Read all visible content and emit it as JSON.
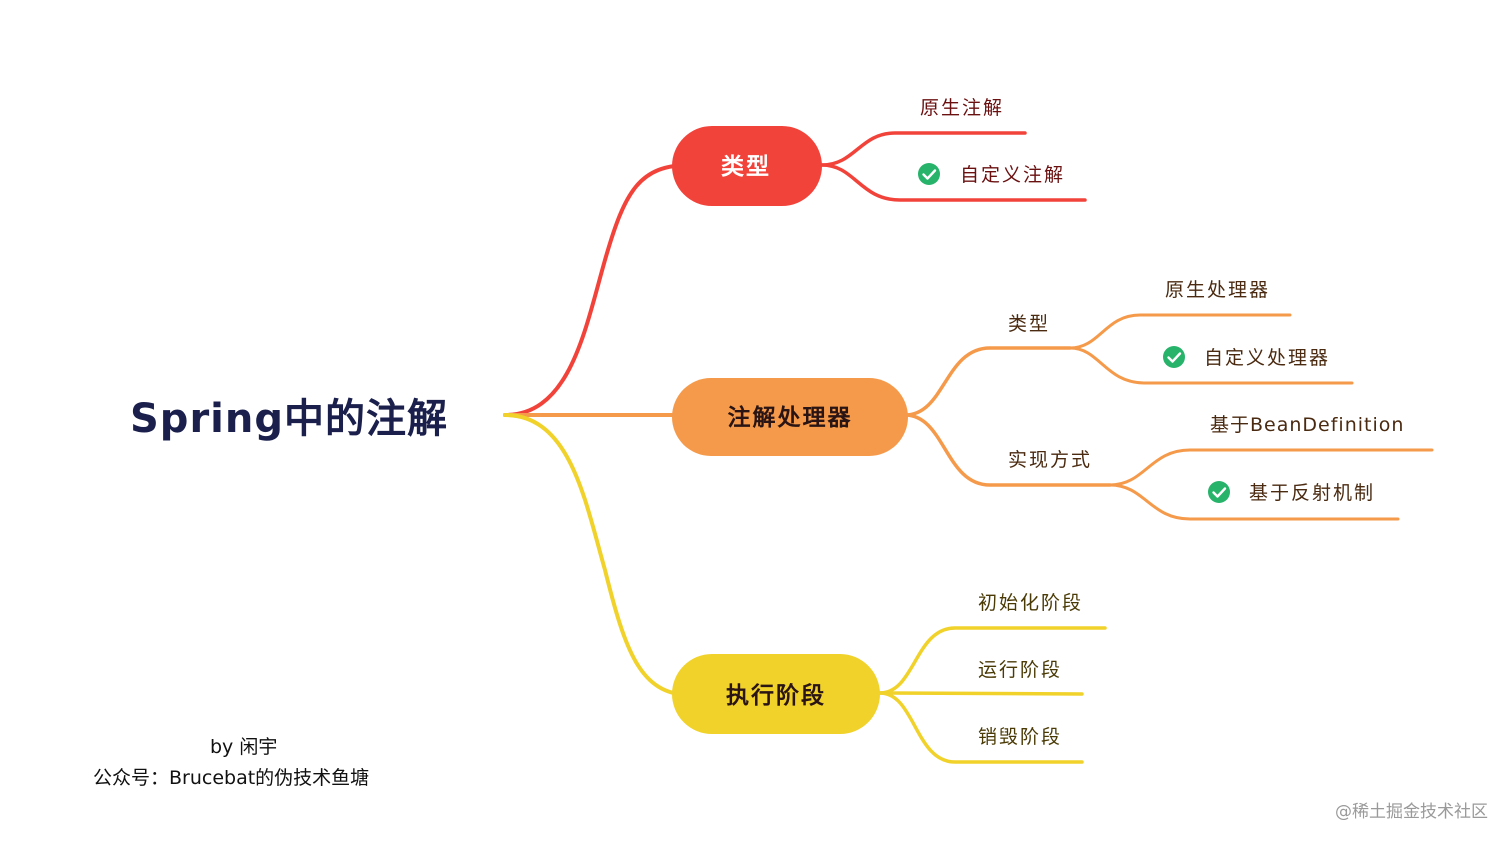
{
  "root": {
    "label": "Spring中的注解"
  },
  "branches": {
    "types": {
      "label": "类型",
      "color": "#f2433b",
      "text_color": "#ffffff",
      "children": {
        "native": {
          "label": "原生注解",
          "checked": false
        },
        "custom": {
          "label": "自定义注解",
          "checked": true
        }
      }
    },
    "processors": {
      "label": "注解处理器",
      "color": "#f59a4a",
      "text_color": "#2a1414",
      "children": {
        "types": {
          "label": "类型",
          "children": {
            "native": {
              "label": "原生处理器",
              "checked": false
            },
            "custom": {
              "label": "自定义处理器",
              "checked": true
            }
          }
        },
        "impl": {
          "label": "实现方式",
          "children": {
            "bean_def": {
              "label": "基于BeanDefinition",
              "checked": false
            },
            "reflection": {
              "label": "基于反射机制",
              "checked": true
            }
          }
        }
      }
    },
    "phases": {
      "label": "执行阶段",
      "color": "#f0d22a",
      "text_color": "#2a1414",
      "children": {
        "init": {
          "label": "初始化阶段"
        },
        "run": {
          "label": "运行阶段"
        },
        "destroy": {
          "label": "销毁阶段"
        }
      }
    }
  },
  "colors": {
    "check": "#27b36a",
    "leaf_red": "#6b1010",
    "leaf_orange": "#4a2a10",
    "leaf_yellow": "#4a3a05"
  },
  "icons": {
    "check": "check-circle-icon"
  },
  "credit": {
    "line1": "by 闲宇",
    "line2": "公众号：Brucebat的伪技术鱼塘"
  },
  "watermark": "@稀土掘金技术社区"
}
